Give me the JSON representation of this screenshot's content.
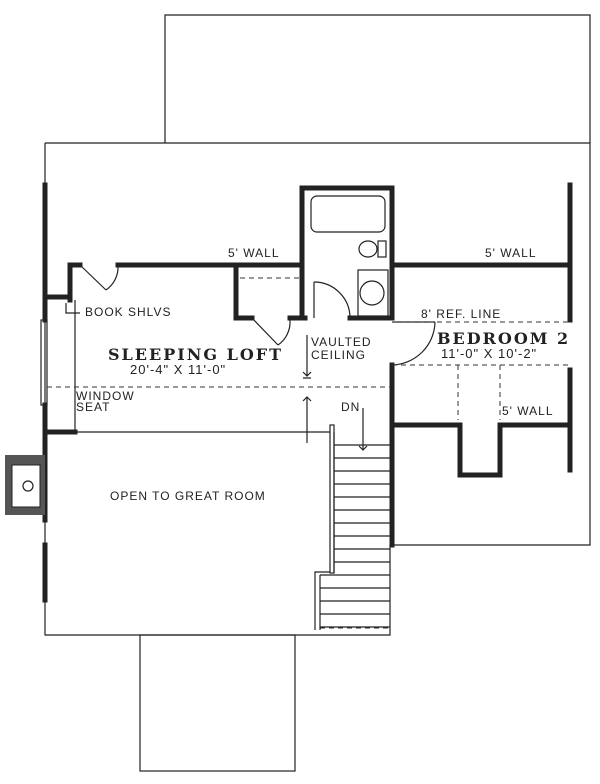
{
  "plan": {
    "rooms": [
      {
        "name": "SLEEPING LOFT",
        "size": "20'-4\" X 11'-0\""
      },
      {
        "name": "BEDROOM 2",
        "size": "11'-0\" X 10'-2\""
      }
    ],
    "labels": {
      "wall_left": "5' WALL",
      "wall_right": "5' WALL",
      "wall_bedroom": "5' WALL",
      "book_shelves": "BOOK SHLVS",
      "vaulted_1": "VAULTED",
      "vaulted_2": "CEILING",
      "ref_line": "8' REF. LINE",
      "window_1": "WINDOW",
      "window_2": "SEAT",
      "stairs_down": "DN",
      "open_to": "OPEN TO GREAT ROOM"
    }
  }
}
